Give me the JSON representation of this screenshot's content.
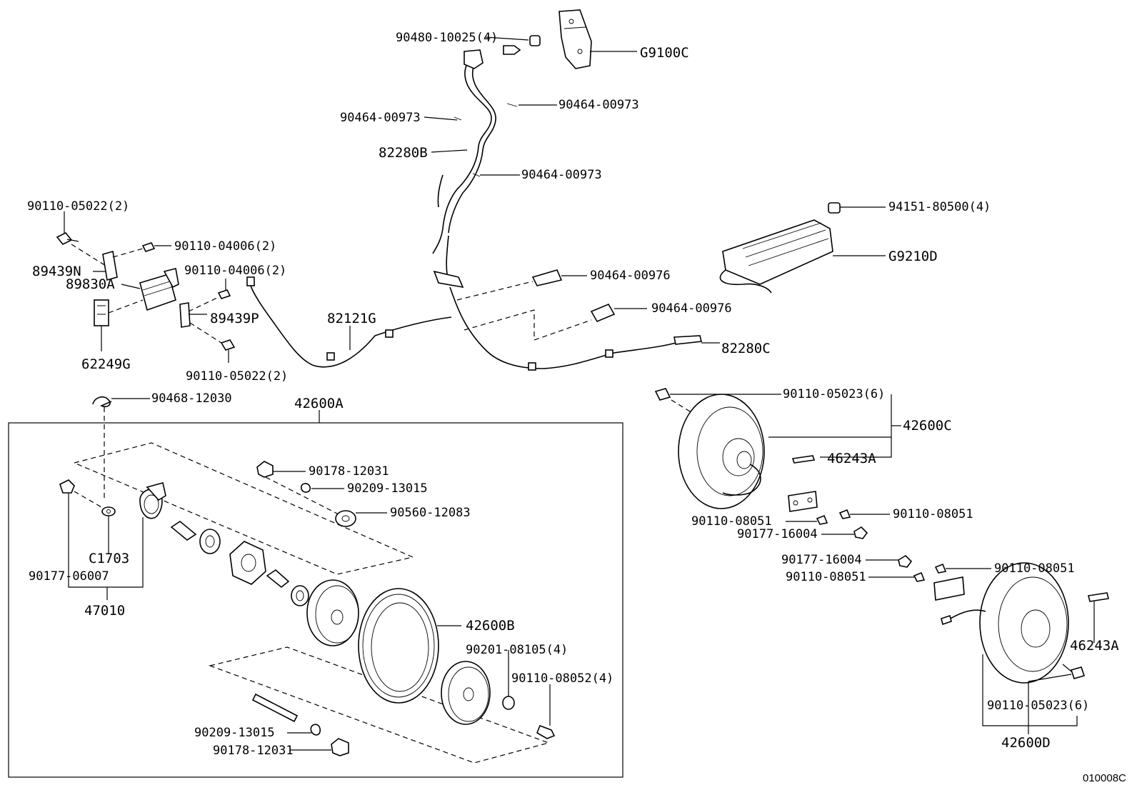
{
  "labels": {
    "p90480_10025": "90480-10025(4)",
    "pG9100C": "G9100C",
    "p90464_00973_a": "90464-00973",
    "p90464_00973_b": "90464-00973",
    "p82280B": "82280B",
    "p90464_00973_c": "90464-00973",
    "p94151_80500": "94151-80500(4)",
    "pG9210D": "G9210D",
    "p90110_05022_a": "90110-05022(2)",
    "p90110_04006_a": "90110-04006(2)",
    "p89439N": "89439N",
    "p89830A": "89830A",
    "p90110_04006_b": "90110-04006(2)",
    "p89439P": "89439P",
    "p62249G": "62249G",
    "p90110_05022_b": "90110-05022(2)",
    "p82121G": "82121G",
    "p90464_00976_a": "90464-00976",
    "p90464_00976_b": "90464-00976",
    "p82280C": "82280C",
    "p90468_12030": "90468-12030",
    "p42600A": "42600A",
    "p90178_12031_a": "90178-12031",
    "p90209_13015_a": "90209-13015",
    "p90560_12083": "90560-12083",
    "pC1703": "C1703",
    "p90177_06007": "90177-06007",
    "p47010": "47010",
    "p42600B": "42600B",
    "p90201_08105": "90201-08105(4)",
    "p90110_08052": "90110-08052(4)",
    "p90209_13015_b": "90209-13015",
    "p90178_12031_b": "90178-12031",
    "p90110_05023_a": "90110-05023(6)",
    "p42600C": "42600C",
    "p46243A_a": "46243A",
    "p90110_08051_a": "90110-08051",
    "p90110_08051_b": "90110-08051",
    "p90177_16004_a": "90177-16004",
    "p90177_16004_b": "90177-16004",
    "p90110_08051_c": "90110-08051",
    "p90110_08051_d": "90110-08051",
    "p46243A_b": "46243A",
    "p90110_05023_b": "90110-05023(6)",
    "p42600D": "42600D",
    "p010008C": "010008C"
  }
}
